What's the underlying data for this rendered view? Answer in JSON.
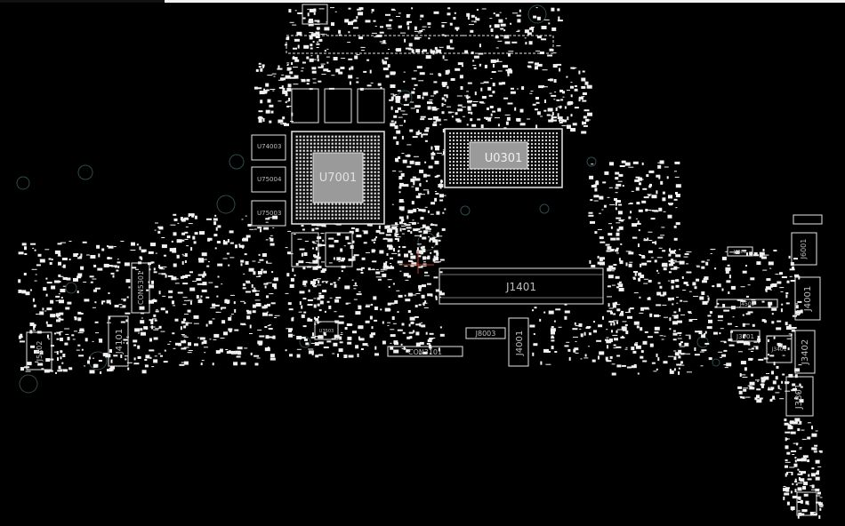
{
  "colors": {
    "background": "#000000",
    "outline": "#e6e6e6",
    "pad": "#f2f2f2",
    "label": "#bdbdbd",
    "hole": "#2e4a4a",
    "cursor": "#c0392b"
  },
  "labels": {
    "U7001": "U7001",
    "U0301": "U0301",
    "J1401": "J1401",
    "CON5301": "CON5301",
    "J4101": "J4101",
    "J5202": "J5202",
    "J4001": "J4001",
    "J8003": "J8003",
    "CON3101": "CON3101",
    "U74003": "U74003",
    "U75004": "U75004",
    "U75003": "U75003",
    "J4502": "J4502",
    "J3901": "J3901",
    "J3401": "J3401",
    "J3402": "J3402",
    "J3801": "J3801",
    "J6001": "J6001",
    "J4001b": "J4001",
    "U3503": "U3503",
    "J4601": "J4601"
  }
}
